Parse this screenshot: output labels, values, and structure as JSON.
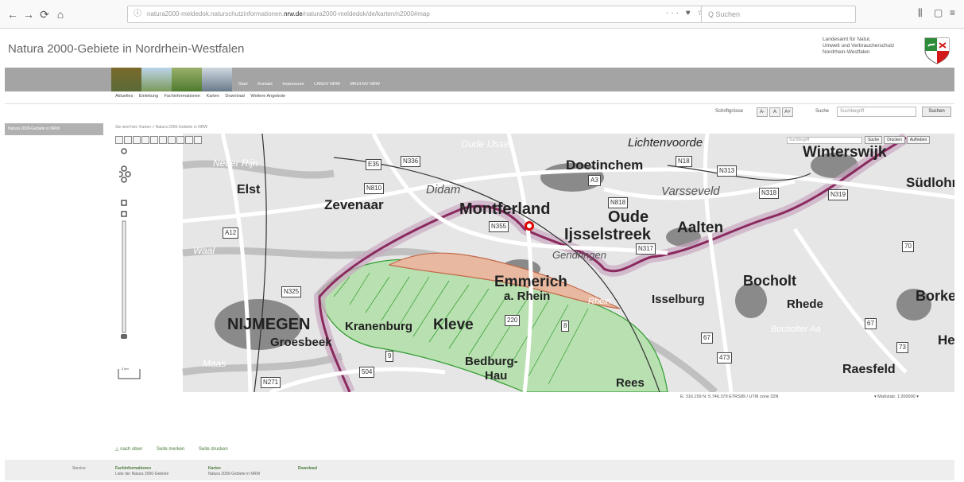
{
  "browser": {
    "back": "←",
    "forward": "→",
    "reload": "⟳",
    "home": "⌂",
    "url_prefix": "natura2000-meldedok.naturschutzinformationen.",
    "url_host": "nrw.de",
    "url_suffix": "/natura2000-meldedok/de/karten/n2000#map",
    "url_actions": "··· ♥ ☆",
    "search_placeholder": "Q  Suchen",
    "library": "⫼",
    "sidebar": "▢",
    "menu": "≡"
  },
  "header": {
    "title": "Natura 2000-Gebiete in Nordrhein-Westfalen",
    "agency_line1": "Landesamt für Natur,",
    "agency_line2": "Umwelt und Verbraucherschutz",
    "agency_line3": "Nordrhein-Westfalen"
  },
  "top_menu": [
    "Start",
    "Kontakt",
    "Impressum",
    "LANUV NRW",
    "MKULNV NRW"
  ],
  "sub_nav": [
    "Aktuelles",
    "Einleitung",
    "Fachinformationen",
    "Karten",
    "Download",
    "Weitere Angebote"
  ],
  "toolbar": {
    "font_size_label": "Schriftgrösse",
    "font_small": "A-",
    "font_normal": "A",
    "font_large": "A+",
    "search_label": "Suche",
    "search_placeholder": "Suchbegriff",
    "search_button": "Suchen"
  },
  "sidebar": {
    "item": "Natura 2000-Gebiete in NRW"
  },
  "breadcrumb": "Sie sind hier:  Karten > Natura 2000-Gebiete in NRW",
  "map": {
    "search_placeholder": "Suchbegriff",
    "controls": [
      "Suche",
      "Drucken",
      "Aufheben"
    ],
    "scale_label": "2 km",
    "coordinates": "E: 316.159 N: 5.746.379  ETRS89 / UTM zone 32N",
    "massstab": "▾  Maßstab:  1:200000  ▾",
    "places": {
      "lichtenvoorde": "Lichtenvoorde",
      "winterswijk": "Winterswijk",
      "doetinchem": "Doetinchem",
      "sudlohn": "Südlohn",
      "elst": "Elst",
      "zevenaar": "Zevenaar",
      "didam": "Didam",
      "montferland": "Montferland",
      "varsseveld": "Varsseveld",
      "oude": "Oude",
      "ijsselstreek": "Ijsselstreek",
      "aalten": "Aalten",
      "gendringen": "Gendringen",
      "emmerich": "Emmerich",
      "rhein": "a. Rhein",
      "bocholt": "Bocholt",
      "isselburg": "Isselburg",
      "rhede": "Rhede",
      "borken": "Borken",
      "nijmegen": "NIJMEGEN",
      "groesbeek": "Groesbeek",
      "kranenburg": "Kranenburg",
      "kleve": "Kleve",
      "bedburg": "Bedburg-",
      "hau": "Hau",
      "rees": "Rees",
      "raesfeld": "Raesfeld",
      "he": "He",
      "neder_rijn": "Neder Rijn",
      "oude_ijssel": "Oude IJssel",
      "waal": "Waal",
      "maas": "Maas",
      "bocholter_aa": "Bocholter Aa",
      "rijn": "Rhein"
    },
    "roads": {
      "n336": "N336",
      "n18": "N18",
      "n313": "N313",
      "n318": "N318",
      "n319": "N319",
      "n810": "N810",
      "n818": "N818",
      "n317": "N317",
      "n355": "N355",
      "n325": "N325",
      "n271": "N271",
      "r70": "70",
      "r67": "67",
      "r473": "473",
      "r73": "73",
      "r9": "9",
      "r504": "504",
      "r220": "220",
      "e35": "E35",
      "a12": "A12",
      "a3": "A3",
      "r8": "8",
      "r67b": "67"
    }
  },
  "footer_links": [
    "△ nach oben",
    "Seite merken",
    "Seite drucken"
  ],
  "footer": {
    "label": "Service",
    "col1_title": "Fachinformationen",
    "col1_text": "Liste der Natura 2000-Gebiete",
    "col2_title": "Karten",
    "col2_text": "Natura 2000-Gebiete in NRW",
    "col3_title": "Download"
  },
  "colors": {
    "marker": "#e00000",
    "border": "#8a2a5e",
    "fauna": "#2e9b2e",
    "bird": "#c26a4a"
  }
}
